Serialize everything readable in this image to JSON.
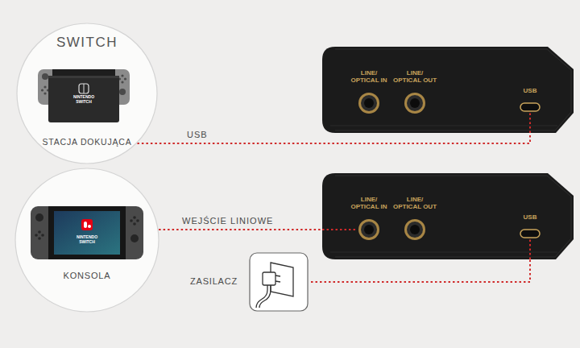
{
  "diagram": {
    "nodes": [
      {
        "text": [
          "SWITCH",
          "STACJA DOKUJĄCA"
        ]
      },
      {
        "text": [
          "KONSOLA"
        ]
      },
      {
        "text": [
          "LINE/ OPTICAL IN",
          "LINE/ OPTICAL OUT",
          "USB"
        ]
      },
      {
        "text": [
          "LINE/ OPTICAL IN",
          "LINE/ OPTICAL OUT",
          "USB"
        ]
      },
      {
        "text": [
          "ZASILACZ"
        ]
      }
    ],
    "edges": [
      {
        "from": 0,
        "to": 2,
        "arrow": "none",
        "label": "USB"
      },
      {
        "from": 1,
        "to": 3,
        "arrow": "none",
        "label": "WEJŚCIE LINIOWE"
      },
      {
        "from": 4,
        "to": 3,
        "arrow": "none"
      }
    ],
    "labels": [
      "NINTENDO SWITCH",
      "NINTENDO SWITCH"
    ]
  }
}
